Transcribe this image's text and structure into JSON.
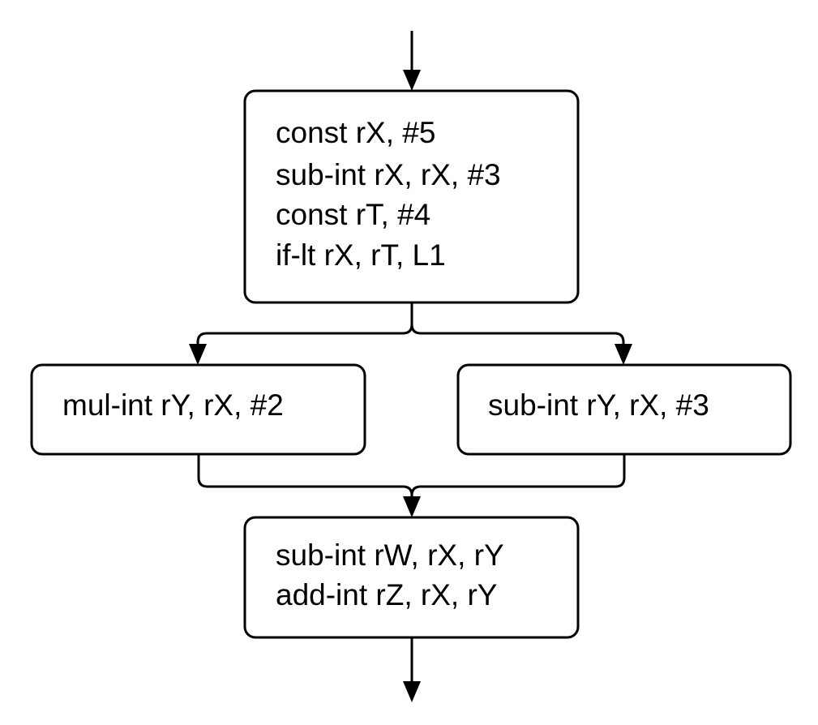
{
  "colors": {
    "stroke": "#000000",
    "fill": "#ffffff",
    "text": "#000000"
  },
  "blocks": {
    "entry": {
      "lines": [
        "const rX, #5",
        "sub-int rX, rX, #3",
        "const rT, #4",
        "if-lt rX, rT, L1"
      ]
    },
    "left_branch": {
      "lines": [
        "mul-int rY, rX, #2"
      ]
    },
    "right_branch": {
      "lines": [
        "sub-int rY, rX, #3"
      ]
    },
    "merge": {
      "lines": [
        "sub-int rW, rX, rY",
        "add-int rZ, rX, rY"
      ]
    }
  }
}
